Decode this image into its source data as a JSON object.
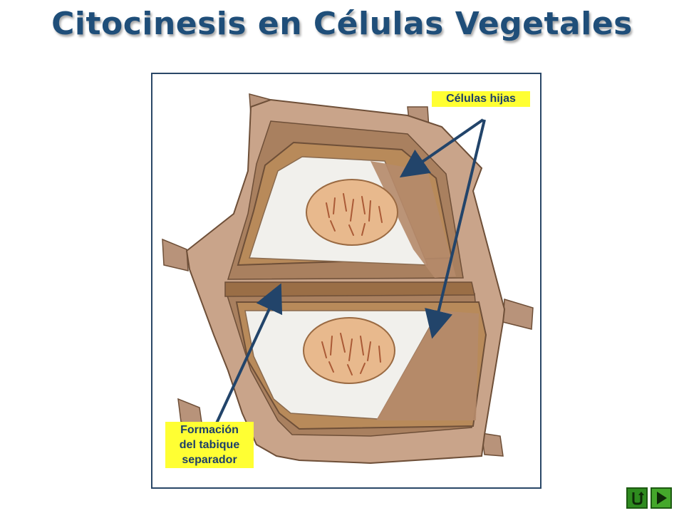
{
  "title": "Citocinesis en Células Vegetales",
  "labels": {
    "daughter_cells": "Células hijas",
    "septum_line1": "Formación",
    "septum_line2": "del tabique",
    "septum_line3": "separador"
  },
  "colors": {
    "title": "#1f4e79",
    "label_bg": "#ffff33",
    "label_text": "#1d3f69",
    "arrow": "#22446a",
    "cell_wall": "#c9a48a",
    "cell_wall_dark": "#a07b60",
    "cytoplasm_layer": "#b88a5a",
    "vacuole": "#f1f0ec",
    "nucleus": "#e8b98d",
    "nav_green": "#3a9a26"
  },
  "icons": {
    "back": "return-icon",
    "next": "play-triangle-icon"
  }
}
